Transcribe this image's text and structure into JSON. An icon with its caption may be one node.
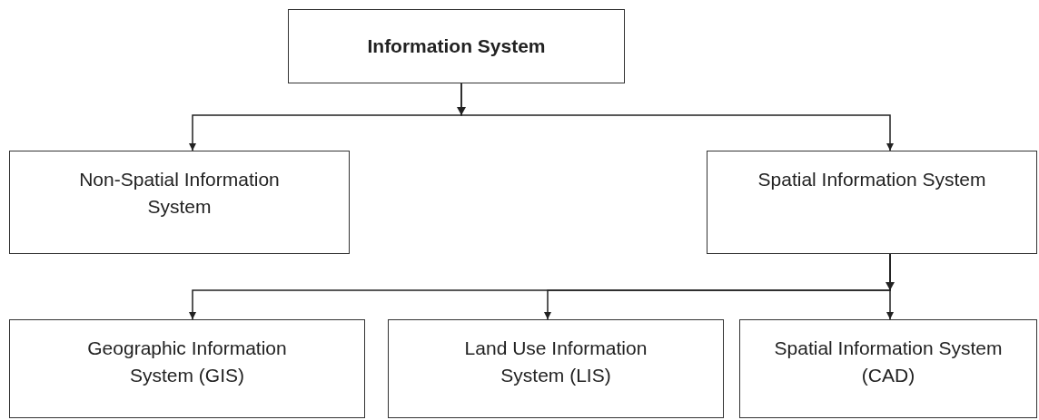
{
  "diagram": {
    "nodes": [
      {
        "text": [
          "Information System"
        ]
      },
      {
        "text": [
          "Non-Spatial Information System"
        ]
      },
      {
        "text": [
          "Spatial Information System"
        ]
      },
      {
        "text": [
          "Geographic Information System (GIS)"
        ]
      },
      {
        "text": [
          "Land Use Information System (LIS)"
        ]
      },
      {
        "text": [
          "Spatial Information System (CAD)"
        ]
      }
    ],
    "edges": [
      {
        "from": 0,
        "to": 1,
        "arrow": "to"
      },
      {
        "from": 0,
        "to": 2,
        "arrow": "to"
      },
      {
        "from": 2,
        "to": 3,
        "arrow": "to"
      },
      {
        "from": 2,
        "to": 4,
        "arrow": "to"
      },
      {
        "from": 2,
        "to": 5,
        "arrow": "to"
      }
    ]
  }
}
